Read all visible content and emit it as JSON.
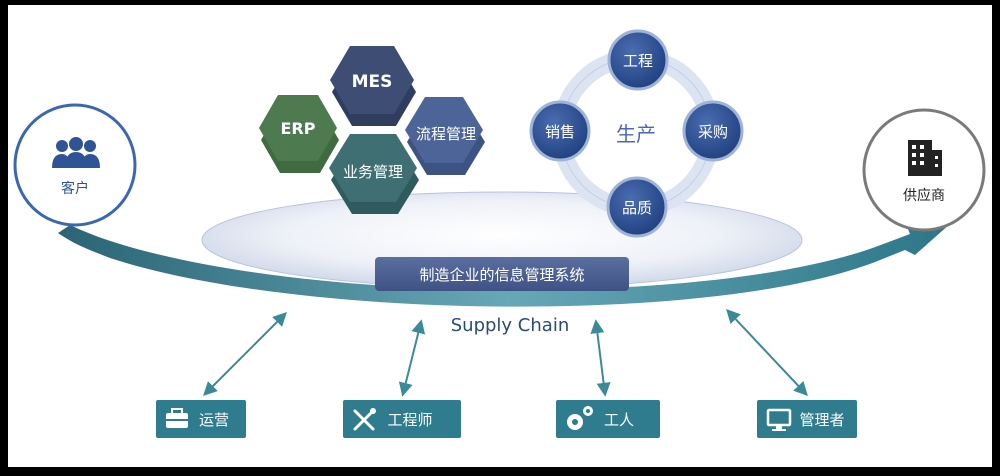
{
  "colors": {
    "frame": "#000000",
    "background": "#ffffff",
    "hex_erp": "#4d7a4e",
    "hex_mes": "#3d4d73",
    "hex_process": "#4c6497",
    "hex_business": "#3f6f72",
    "node_blue": "#2f5496",
    "ring": "#d2dcee",
    "arc_teal": "#2a6f80",
    "arrow_teal": "#3a8a97",
    "button_teal": "#2e7c8e",
    "customer_circle": "#3a68b0",
    "supplier_circle": "#7a7a7a",
    "disc_label": "#4e6290"
  },
  "customer": {
    "label": "客户",
    "icon": "users-icon"
  },
  "supplier": {
    "label": "供应商",
    "icon": "building-icon"
  },
  "hexagons": {
    "erp": "ERP",
    "mes": "MES",
    "process": "流程管理",
    "business": "业务管理"
  },
  "cycle": {
    "center": "生产",
    "top": "工程",
    "right": "采购",
    "bottom": "品质",
    "left": "销售"
  },
  "platform_label": "制造企业的信息管理系统",
  "supply_chain_label": "Supply Chain",
  "roles": [
    {
      "label": "运营",
      "icon": "briefcase-icon"
    },
    {
      "label": "工程师",
      "icon": "tools-icon"
    },
    {
      "label": "工人",
      "icon": "gears-icon"
    },
    {
      "label": "管理者",
      "icon": "monitor-icon"
    }
  ]
}
